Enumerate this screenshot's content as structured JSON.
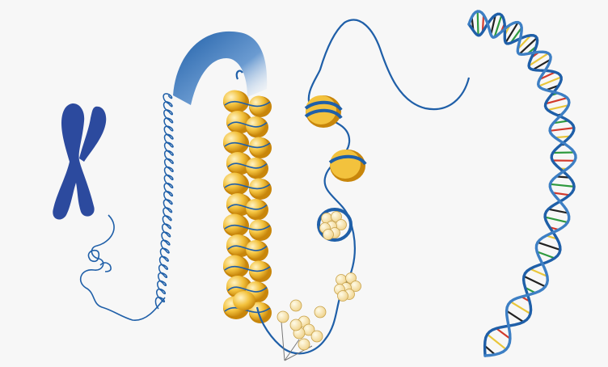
{
  "diagram": {
    "colors": {
      "background": "#f7f7f7",
      "chromosome": "#2c4a9e",
      "strand": "#1f5fa8",
      "nucleosome_gold": "#f3c23d",
      "nucleosome_dark": "#c8860b",
      "histone_light": "#f6dfa0",
      "base_red": "#d23a2c",
      "base_green": "#2f9a3f",
      "base_black": "#222222",
      "base_yellow": "#e9c63a"
    },
    "components": [
      {
        "name": "chromosome",
        "icon": "x-chromosome-icon"
      },
      {
        "name": "chromatin-fiber",
        "icon": "coiled-fiber-icon"
      },
      {
        "name": "nucleosome-column",
        "icon": "stacked-nucleosome-icon"
      },
      {
        "name": "nucleosomes",
        "icon": "nucleosome-icon"
      },
      {
        "name": "histone-clusters",
        "icon": "histone-cluster-icon"
      },
      {
        "name": "dna-double-helix",
        "icon": "double-helix-icon"
      }
    ]
  }
}
